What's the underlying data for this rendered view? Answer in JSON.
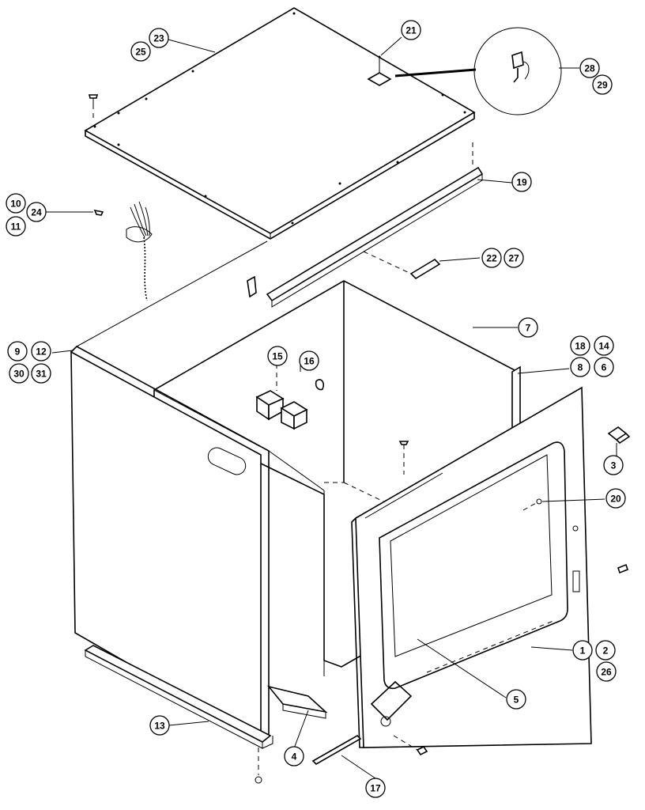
{
  "callouts": [
    {
      "id": "c23",
      "label": "23"
    },
    {
      "id": "c25",
      "label": "25"
    },
    {
      "id": "c21",
      "label": "21"
    },
    {
      "id": "c28",
      "label": "28"
    },
    {
      "id": "c29",
      "label": "29"
    },
    {
      "id": "c19",
      "label": "19"
    },
    {
      "id": "c10",
      "label": "10"
    },
    {
      "id": "c24",
      "label": "24"
    },
    {
      "id": "c11",
      "label": "11"
    },
    {
      "id": "c22",
      "label": "22"
    },
    {
      "id": "c27",
      "label": "27"
    },
    {
      "id": "c7",
      "label": "7"
    },
    {
      "id": "c9",
      "label": "9"
    },
    {
      "id": "c12",
      "label": "12"
    },
    {
      "id": "c30",
      "label": "30"
    },
    {
      "id": "c31",
      "label": "31"
    },
    {
      "id": "c18",
      "label": "18"
    },
    {
      "id": "c14",
      "label": "14"
    },
    {
      "id": "c8",
      "label": "8"
    },
    {
      "id": "c6",
      "label": "6"
    },
    {
      "id": "c15",
      "label": "15"
    },
    {
      "id": "c16",
      "label": "16"
    },
    {
      "id": "c3",
      "label": "3"
    },
    {
      "id": "c20",
      "label": "20"
    },
    {
      "id": "c1",
      "label": "1"
    },
    {
      "id": "c2",
      "label": "2"
    },
    {
      "id": "c26",
      "label": "26"
    },
    {
      "id": "c5",
      "label": "5"
    },
    {
      "id": "c13",
      "label": "13"
    },
    {
      "id": "c4",
      "label": "4"
    },
    {
      "id": "c17",
      "label": "17"
    }
  ]
}
